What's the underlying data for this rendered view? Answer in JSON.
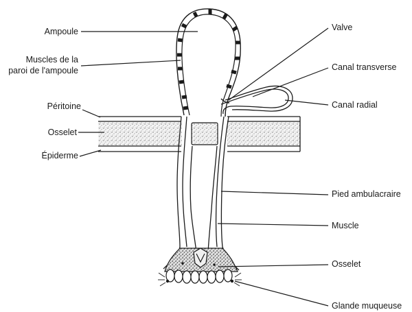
{
  "labels": {
    "ampoule": "Ampoule",
    "muscles_line1": "Muscles de la",
    "muscles_line2": "paroi de l'ampoule",
    "peritoine": "Péritoine",
    "osselet_left": "Osselet",
    "epiderme": "Épiderme",
    "valve": "Valve",
    "canal_transverse": "Canal transverse",
    "canal_radial": "Canal radial",
    "pied_ambulacraire": "Pied ambulacraire",
    "muscle": "Muscle",
    "osselet_right": "Osselet",
    "glande_muqueuse": "Glande muqueuse"
  },
  "colors": {
    "ink": "#1a1a1a",
    "stipple_bg": "#f2f2f2",
    "background": "#ffffff"
  }
}
